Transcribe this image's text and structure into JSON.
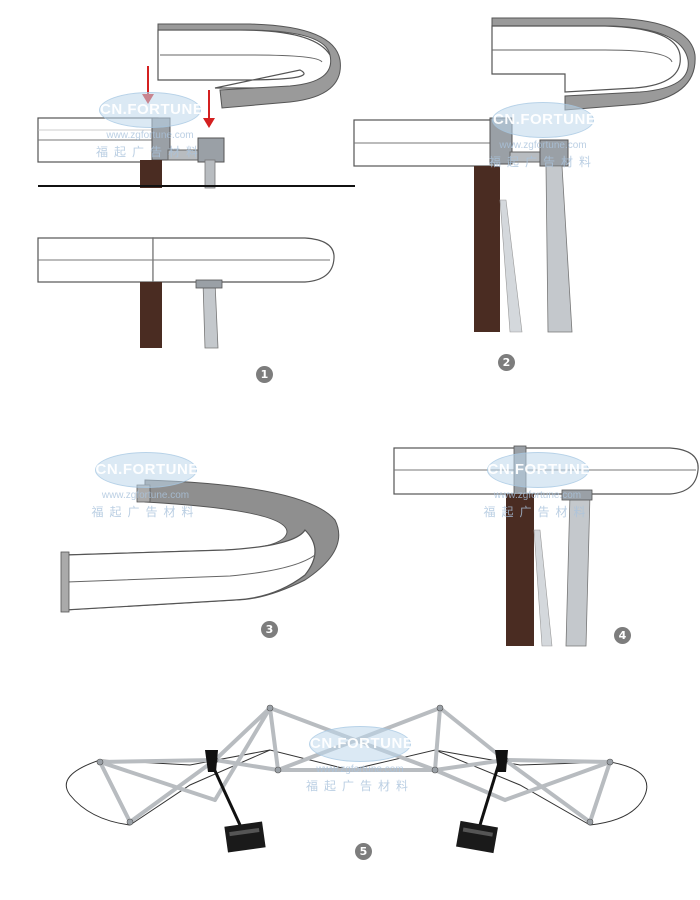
{
  "steps": [
    {
      "label": "1"
    },
    {
      "label": "2"
    },
    {
      "label": "3"
    },
    {
      "label": "4"
    },
    {
      "label": "5"
    }
  ],
  "watermark": {
    "brand": "CN.FORTUNE",
    "url": "www.zgfortune.com",
    "chinese": "福起广告材料"
  },
  "colors": {
    "arrow": "#d42020",
    "post": "#4a2c22",
    "panel_face": "#ffffff",
    "panel_back": "#8a8a8a",
    "frame": "#b8bcc0"
  }
}
